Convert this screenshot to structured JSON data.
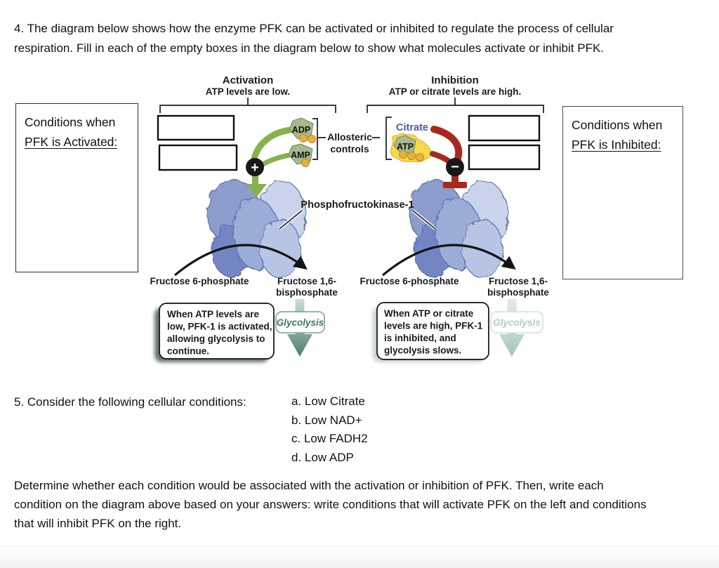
{
  "question4": {
    "lines": [
      "4. The diagram below shows how the enzyme PFK can be activated or inhibited to regulate the process of cellular",
      "respiration. Fill in each of the empty boxes in the diagram below to show what molecules activate or inhibit PFK."
    ]
  },
  "left_panel": {
    "line1": "Conditions when",
    "line2": "PFK is Activated:"
  },
  "right_panel": {
    "line1": "Conditions when",
    "line2": "PFK is Inhibited:"
  },
  "diagram": {
    "activation_title": "Activation",
    "activation_subtitle": "ATP levels are low.",
    "inhibition_title": "Inhibition",
    "inhibition_subtitle": "ATP or citrate levels are high.",
    "adp": "ADP",
    "amp": "AMP",
    "atp": "ATP",
    "citrate": "Citrate",
    "allosteric_line1": "Allosteric",
    "allosteric_line2": "controls",
    "plus_sign": "+",
    "minus_sign": "−",
    "enzyme_label": "Phosphofructokinase-1",
    "fructose6": "Fructose 6-phosphate",
    "fructose16_line1": "Fructose 1,6-",
    "fructose16_line2": "bisphosphate",
    "glycolysis": "Glycolysis",
    "activated_callout": [
      "When ATP levels are",
      "low, PFK-1 is activated,",
      "allowing glycolysis to",
      "continue."
    ],
    "inhibited_callout": [
      "When ATP or citrate",
      "levels are high, PFK-1",
      "is inhibited, and",
      "glycolysis slows."
    ]
  },
  "question5": {
    "prompt": "5. Consider the following cellular conditions:",
    "options": [
      "a. Low Citrate",
      "b. Low NAD+",
      "c. Low FADH2",
      "d. Low ADP"
    ]
  },
  "closing": {
    "lines": [
      "Determine whether each condition would be associated with the activation or inhibition of PFK. Then, write each",
      "condition on the diagram above based on your answers: write conditions that will activate PFK on the left and conditions",
      "that will inhibit PFK on the right."
    ]
  },
  "colors": {
    "ink": "#1a1a1a",
    "activation_green": "#85b24a",
    "inhibition_red": "#a9281c",
    "citrate_blue": "#4a58a8",
    "molecule_green": "#a6b98d",
    "molecule_yellow": "#f6d848",
    "sphere_orange": "#e5b23e",
    "enzyme_blue_dark": "#7386c3",
    "enzyme_blue_mid": "#8b9ccd",
    "enzyme_blue_front": "#9bacd6",
    "enzyme_blue_light": "#c9d4ec",
    "enzyme_blue_soft": "#b7c4e4",
    "enzyme_outline": "#5a6fae",
    "glycolysis_teal": "#3f7765",
    "glycolysis_teal_light": "#b2cdc1"
  }
}
